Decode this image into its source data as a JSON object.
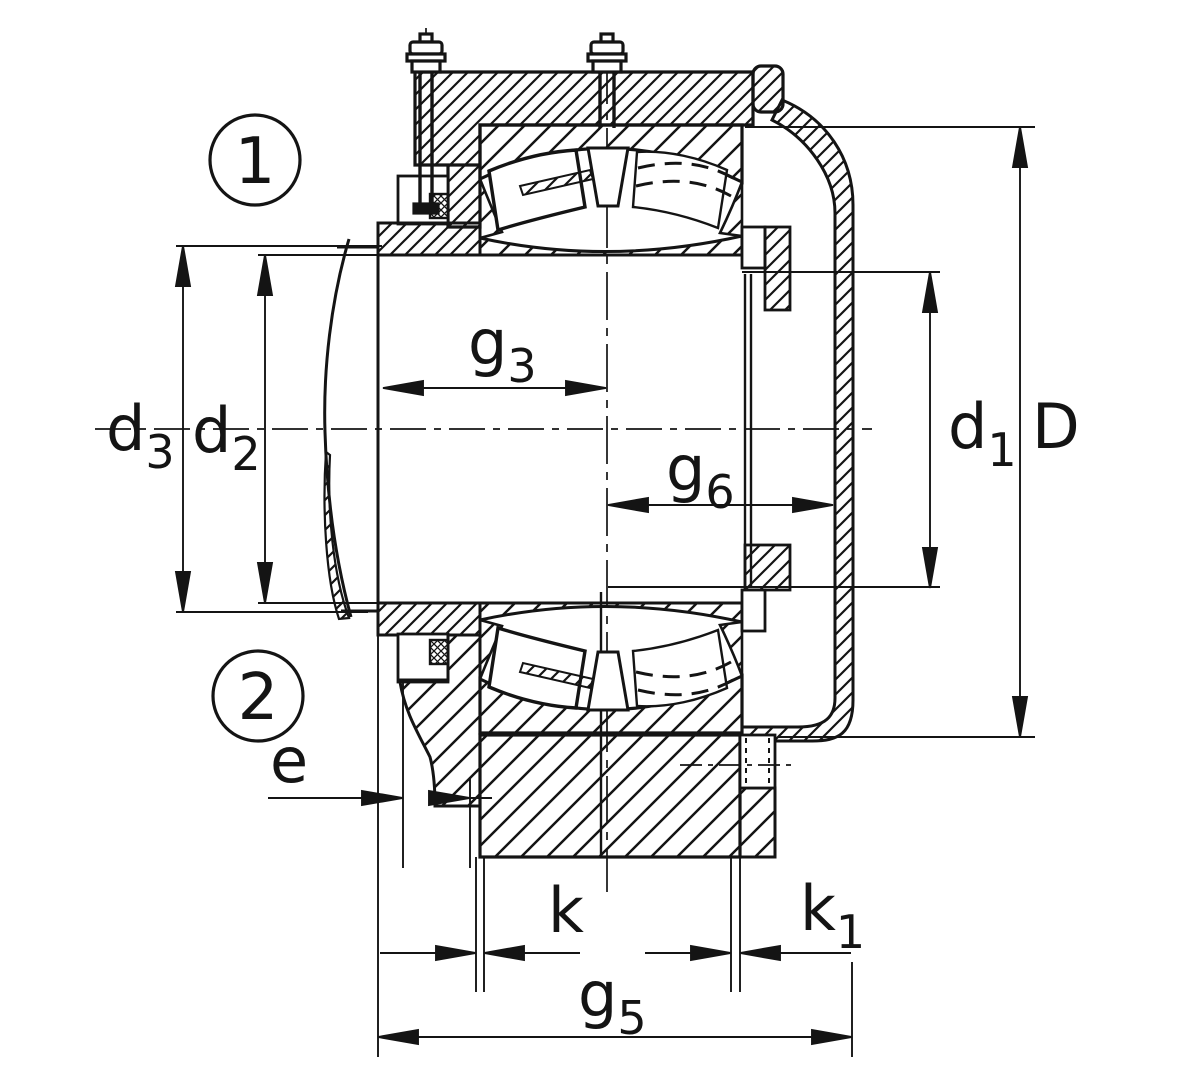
{
  "figure": {
    "kind": "technical-sectional-drawing",
    "subject": "spherical roller bearing with adapter sleeve in housing, cross-section with dimension annotations",
    "line_color": "#141414",
    "background_color": "#ffffff"
  },
  "callouts": {
    "c1": "1",
    "c2": "2"
  },
  "dims": {
    "d3": {
      "main": "d",
      "sub": "3"
    },
    "d2": {
      "main": "d",
      "sub": "2"
    },
    "d1": {
      "main": "d",
      "sub": "1"
    },
    "D": {
      "main": "D",
      "sub": ""
    },
    "g3": {
      "main": "g",
      "sub": "3"
    },
    "g6": {
      "main": "g",
      "sub": "6"
    },
    "g5": {
      "main": "g",
      "sub": "5"
    },
    "e": {
      "main": "e",
      "sub": ""
    },
    "k": {
      "main": "k",
      "sub": ""
    },
    "k1": {
      "main": "k",
      "sub": "1"
    }
  }
}
